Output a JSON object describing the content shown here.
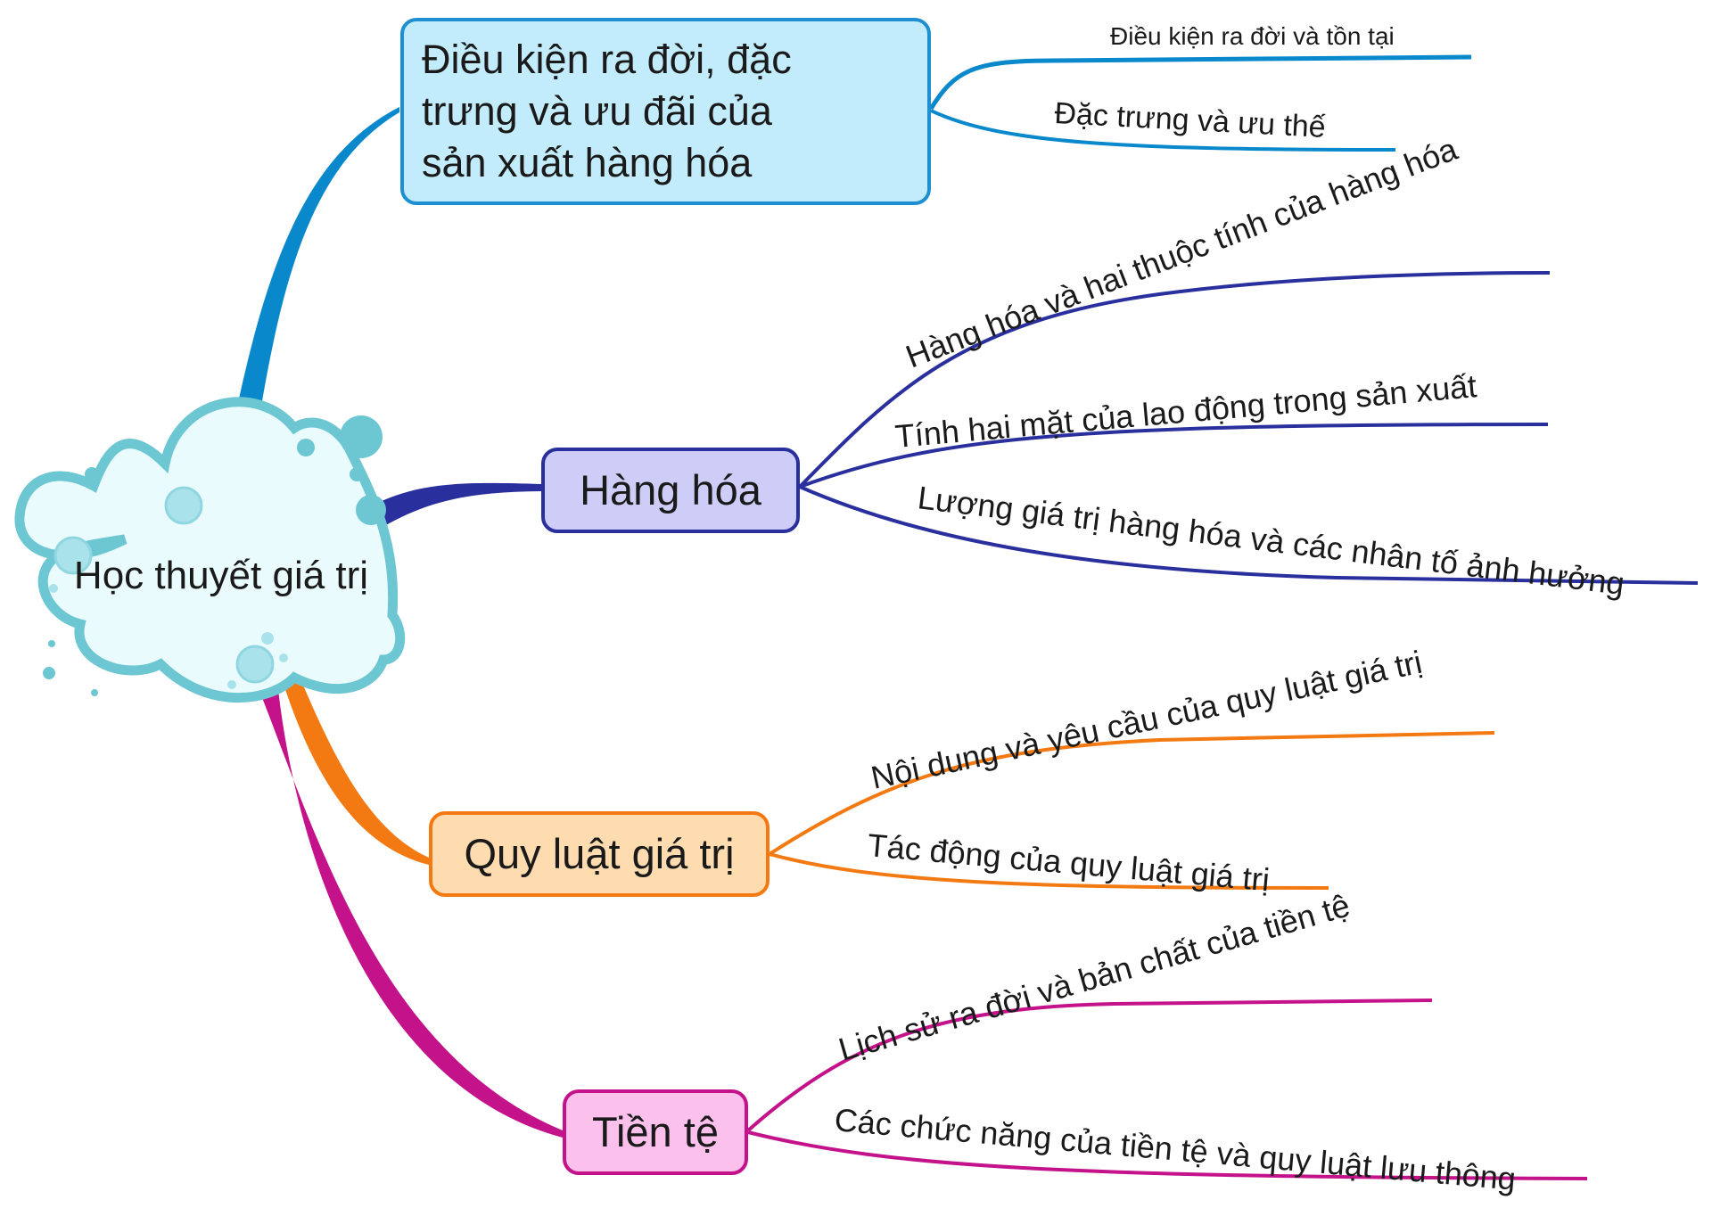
{
  "root": {
    "label": "Học thuyết giá trị"
  },
  "colors": {
    "branch1": "#0a88cc",
    "branch2": "#2a2f9e",
    "branch3": "#f37a12",
    "branch4": "#c3128a",
    "cloud_stroke": "#6cc7d3",
    "cloud_fill": "#e9fbfd"
  },
  "branches": [
    {
      "line1": "Điều kiện ra đời, đặc",
      "line2": "trưng và ưu đãi của",
      "line3": "sản xuất hàng hóa",
      "subtopics": [
        "Điều kiện ra đời và tồn tại",
        "Đặc trưng và ưu thế"
      ]
    },
    {
      "label": "Hàng hóa",
      "subtopics": [
        "Hàng hóa và hai thuộc tính của hàng hóa",
        "Tính hai mặt của lao động trong sản xuất",
        "Lượng giá trị hàng hóa và các nhân tố ảnh hưởng"
      ]
    },
    {
      "label": "Quy luật giá trị",
      "subtopics": [
        "Nội dung và yêu cầu của quy luật giá trị",
        "Tác động của quy luật giá trị"
      ]
    },
    {
      "label": "Tiền tệ",
      "subtopics": [
        "Lịch sử ra đời và bản chất của tiền tệ",
        "Các chức năng của tiền tệ và quy luật lưu thông"
      ]
    }
  ]
}
